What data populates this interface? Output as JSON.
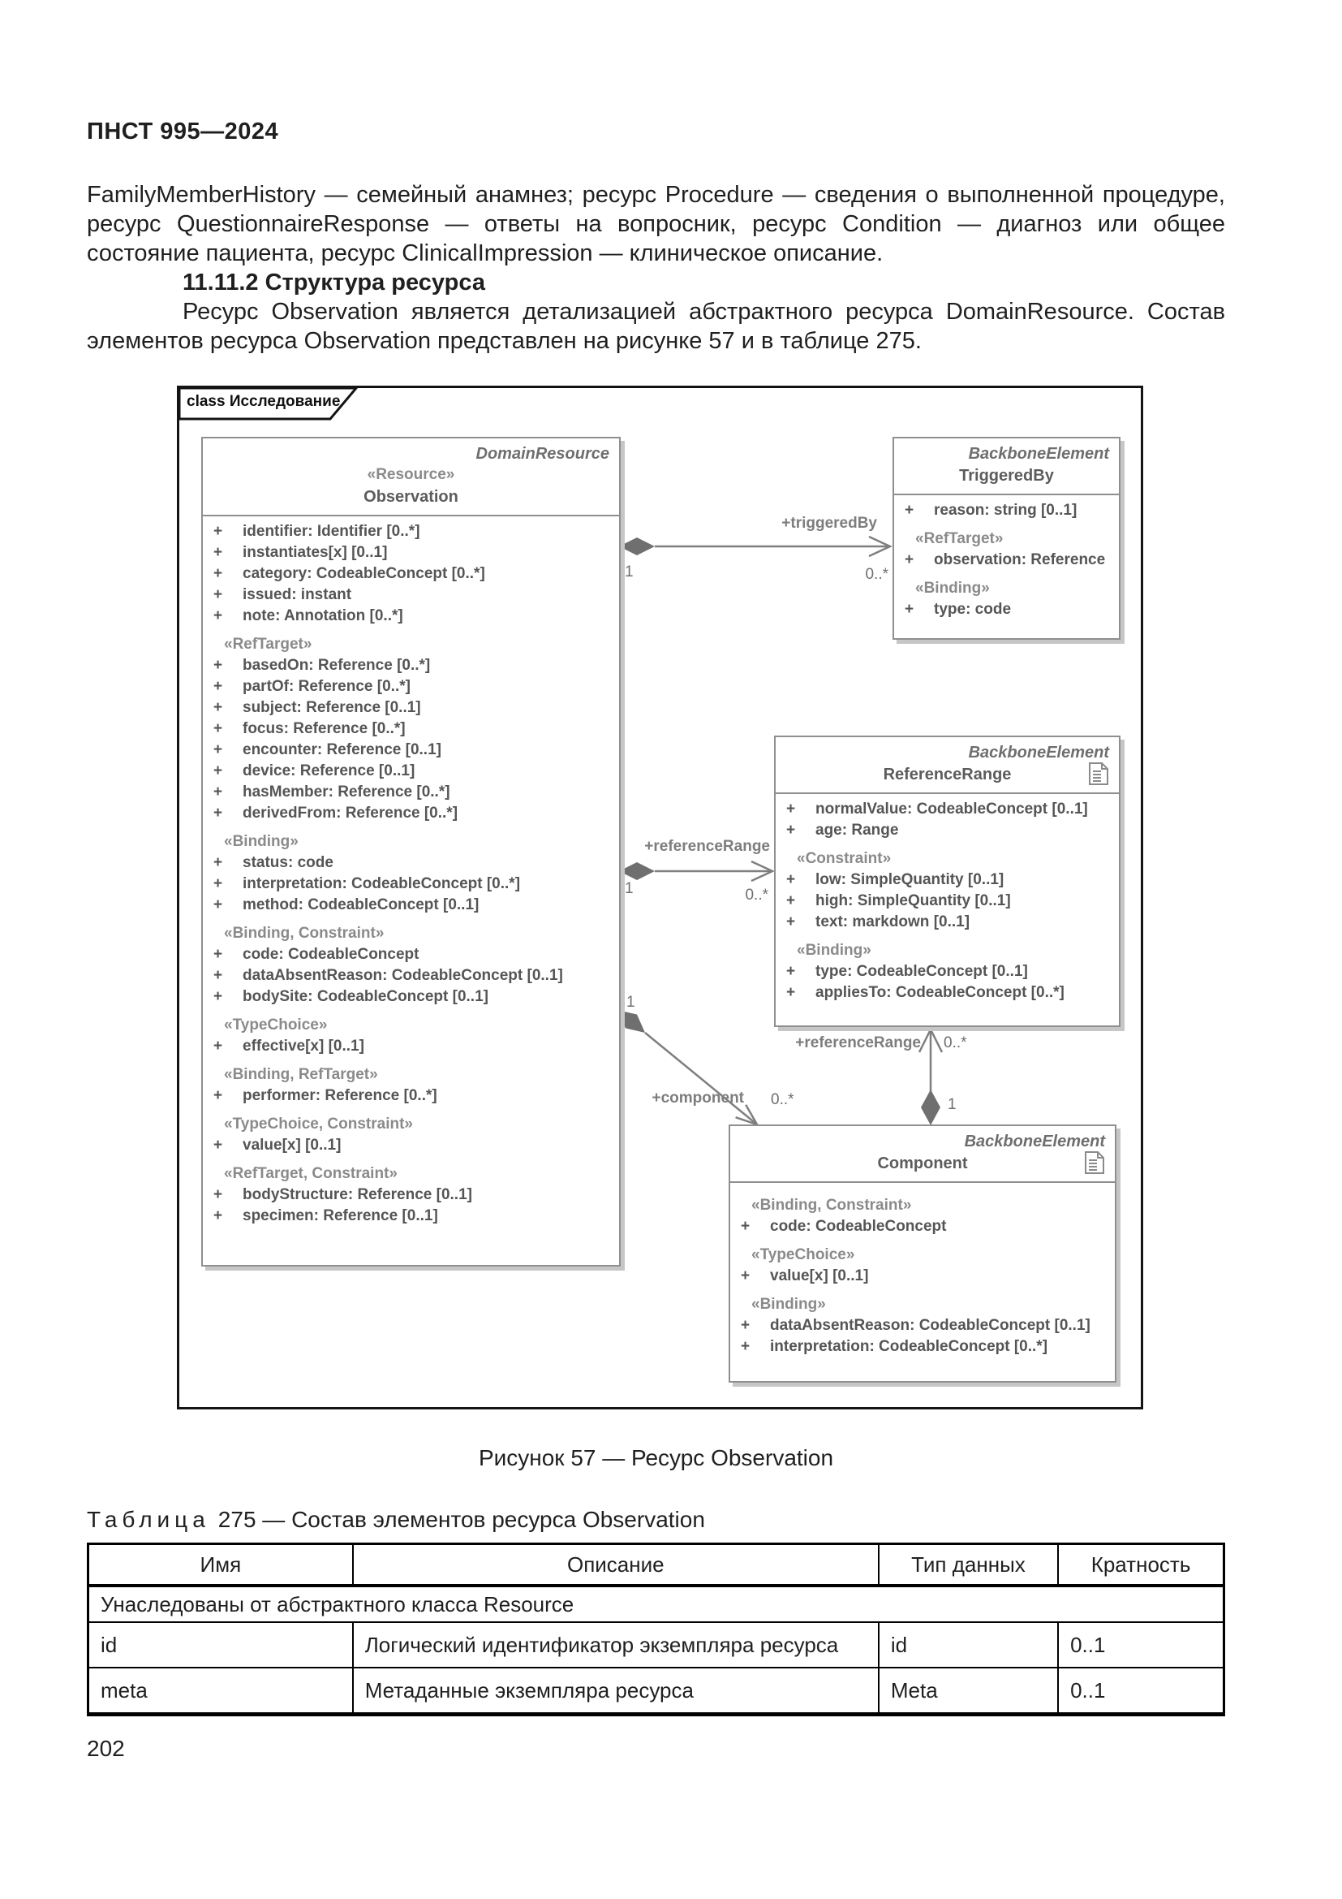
{
  "header": {
    "doc_code": "ПНСТ 995—2024"
  },
  "paragraphs": {
    "intro": "FamilyMemberHistory — семейный анамнез; ресурс Procedure — сведения о выполненной процедуре, ресурс QuestionnaireResponse — ответы на вопросник, ресурс Condition — диагноз или общее состояние пациента, ресурс ClinicalImpression — клиническое описание.",
    "section_number_title": "11.11.2 Структура ресурса",
    "body": "Ресурс Observation является детализацией абстрактного ресурса DomainResource. Состав элементов ресурса Observation представлен на рисунке 57 и в таблице 275."
  },
  "diagram": {
    "tab_label": "class Исследование",
    "visibility_symbol": "+",
    "colors": {
      "line": "#7f7f7f",
      "box_border": "#8f8f8f",
      "attr_text": "#555555",
      "stereotype_text": "#8a8a8a",
      "frame": "#141414"
    },
    "classes": [
      {
        "name": "Observation",
        "parent_type": "DomainResource",
        "stereotype": "«Resource»",
        "note_icon": false,
        "sections": [
          {
            "stereotype": "",
            "attrs": [
              "identifier: Identifier [0..*]",
              "instantiates[x] [0..1]",
              "category: CodeableConcept [0..*]",
              "issued: instant",
              "note: Annotation [0..*]"
            ]
          },
          {
            "stereotype": "«RefTarget»",
            "attrs": [
              "basedOn: Reference [0..*]",
              "partOf: Reference [0..*]",
              "subject: Reference [0..1]",
              "focus: Reference [0..*]",
              "encounter: Reference [0..1]",
              "device: Reference [0..1]",
              "hasMember: Reference [0..*]",
              "derivedFrom: Reference [0..*]"
            ]
          },
          {
            "stereotype": "«Binding»",
            "attrs": [
              "status: code",
              "interpretation: CodeableConcept [0..*]",
              "method: CodeableConcept [0..1]"
            ]
          },
          {
            "stereotype": "«Binding, Constraint»",
            "attrs": [
              "code: CodeableConcept",
              "dataAbsentReason: CodeableConcept [0..1]",
              "bodySite: CodeableConcept [0..1]"
            ]
          },
          {
            "stereotype": "«TypeChoice»",
            "attrs": [
              "effective[x] [0..1]"
            ]
          },
          {
            "stereotype": "«Binding, RefTarget»",
            "attrs": [
              "performer: Reference [0..*]"
            ]
          },
          {
            "stereotype": "«TypeChoice, Constraint»",
            "attrs": [
              "value[x] [0..1]"
            ]
          },
          {
            "stereotype": "«RefTarget, Constraint»",
            "attrs": [
              "bodyStructure: Reference [0..1]",
              "specimen: Reference [0..1]"
            ]
          }
        ]
      },
      {
        "name": "TriggeredBy",
        "parent_type": "BackboneElement",
        "stereotype": "",
        "note_icon": false,
        "sections": [
          {
            "stereotype": "",
            "attrs": [
              "reason: string [0..1]"
            ]
          },
          {
            "stereotype": "«RefTarget»",
            "attrs": [
              "observation: Reference"
            ]
          },
          {
            "stereotype": "«Binding»",
            "attrs": [
              "type: code"
            ]
          }
        ]
      },
      {
        "name": "ReferenceRange",
        "parent_type": "BackboneElement",
        "stereotype": "",
        "note_icon": true,
        "sections": [
          {
            "stereotype": "",
            "attrs": [
              "normalValue: CodeableConcept [0..1]",
              "age: Range"
            ]
          },
          {
            "stereotype": "«Constraint»",
            "attrs": [
              "low: SimpleQuantity [0..1]",
              "high: SimpleQuantity [0..1]",
              "text: markdown [0..1]"
            ]
          },
          {
            "stereotype": "«Binding»",
            "attrs": [
              "type: CodeableConcept [0..1]",
              "appliesTo: CodeableConcept [0..*]"
            ]
          }
        ]
      },
      {
        "name": "Component",
        "parent_type": "BackboneElement",
        "stereotype": "",
        "note_icon": true,
        "sections": [
          {
            "stereotype": "«Binding, Constraint»",
            "attrs": [
              "code: CodeableConcept"
            ]
          },
          {
            "stereotype": "«TypeChoice»",
            "attrs": [
              "value[x] [0..1]"
            ]
          },
          {
            "stereotype": "«Binding»",
            "attrs": [
              "dataAbsentReason: CodeableConcept [0..1]",
              "interpretation: CodeableConcept [0..*]"
            ]
          }
        ]
      }
    ],
    "connections": [
      {
        "label": "+triggeredBy",
        "source_mult": "1",
        "target_mult": "0..*"
      },
      {
        "label": "+referenceRange",
        "source_mult": "1",
        "target_mult": "0..*"
      },
      {
        "label": "+component",
        "source_mult": "1",
        "target_mult": "0..*"
      },
      {
        "label": "+referenceRange",
        "source_mult": "1",
        "target_mult": "0..*"
      }
    ]
  },
  "figure": {
    "caption": "Рисунок 57 — Ресурс Observation"
  },
  "table": {
    "caption_word": "Таблица",
    "caption_rest": "275 — Состав элементов ресурса Observation",
    "headers": [
      "Имя",
      "Описание",
      "Тип данных",
      "Кратность"
    ],
    "group_row": "Унаследованы от абстрактного класса Resource",
    "rows": [
      [
        "id",
        "Логический идентификатор экземпляра ресурса",
        "id",
        "0..1"
      ],
      [
        "meta",
        "Метаданные экземпляра ресурса",
        "Meta",
        "0..1"
      ]
    ]
  },
  "footer": {
    "page_number": "202"
  }
}
